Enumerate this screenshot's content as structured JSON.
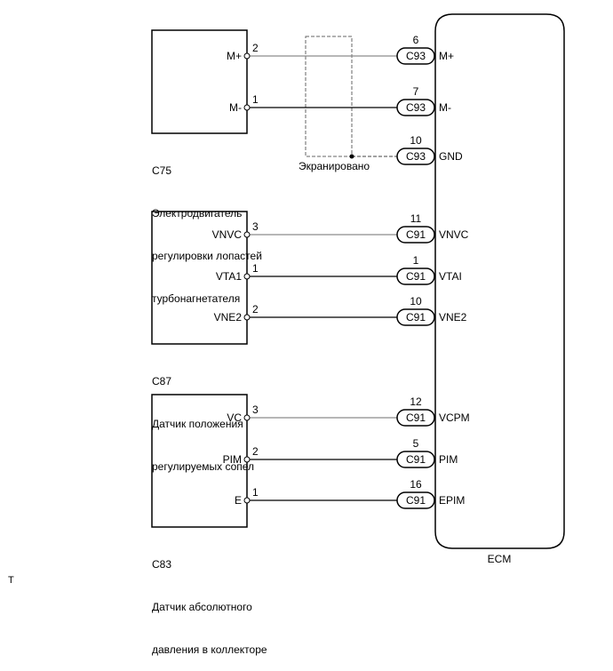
{
  "footer_mark": "T",
  "ecm": {
    "label": "ECM"
  },
  "shield": {
    "label": "Экранировано"
  },
  "components": [
    {
      "code": "C75",
      "description_lines": [
        "Электродвигатель",
        "регулировки лопастей",
        "турбонагнетателя"
      ],
      "pins": [
        {
          "name": "M+",
          "pin": "2",
          "wire": "gray",
          "ecm_pin": "6",
          "connector": "C93",
          "ecm_signal": "M+"
        },
        {
          "name": "M-",
          "pin": "1",
          "wire": "black",
          "ecm_pin": "7",
          "connector": "C93",
          "ecm_signal": "M-"
        }
      ],
      "shield_ground": {
        "ecm_pin": "10",
        "connector": "C93",
        "ecm_signal": "GND"
      }
    },
    {
      "code": "C87",
      "description_lines": [
        "Датчик положения",
        "регулируемых сопел"
      ],
      "pins": [
        {
          "name": "VNVC",
          "pin": "3",
          "wire": "gray",
          "ecm_pin": "11",
          "connector": "C91",
          "ecm_signal": "VNVC"
        },
        {
          "name": "VTA1",
          "pin": "1",
          "wire": "black",
          "ecm_pin": "1",
          "connector": "C91",
          "ecm_signal": "VTAI"
        },
        {
          "name": "VNE2",
          "pin": "2",
          "wire": "black",
          "ecm_pin": "10",
          "connector": "C91",
          "ecm_signal": "VNE2"
        }
      ]
    },
    {
      "code": "C83",
      "description_lines": [
        "Датчик абсолютного",
        "давления в коллекторе"
      ],
      "pins": [
        {
          "name": "VC",
          "pin": "3",
          "wire": "gray",
          "ecm_pin": "12",
          "connector": "C91",
          "ecm_signal": "VCPM"
        },
        {
          "name": "PIM",
          "pin": "2",
          "wire": "black",
          "ecm_pin": "5",
          "connector": "C91",
          "ecm_signal": "PIM"
        },
        {
          "name": "E",
          "pin": "1",
          "wire": "black",
          "ecm_pin": "16",
          "connector": "C91",
          "ecm_signal": "EPIM"
        }
      ]
    }
  ],
  "colors": {
    "wire_gray": "#8c8c8c",
    "wire_black": "#000000",
    "shield_dash": "#555555"
  }
}
